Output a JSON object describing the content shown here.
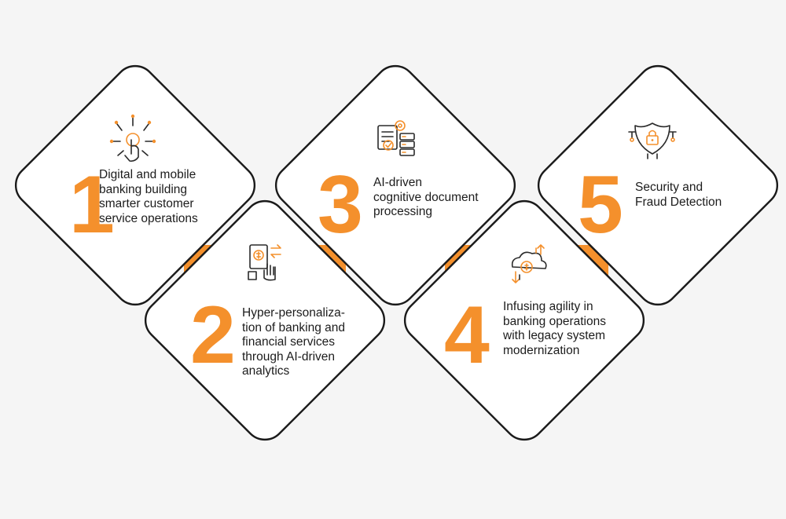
{
  "colors": {
    "background": "#f5f5f5",
    "accent": "#f4902c",
    "outline": "#1a1a1a",
    "text": "#1c1c1c"
  },
  "steps": [
    {
      "number": "1",
      "lines": [
        "Digital and mobile",
        "banking building",
        "smarter customer",
        "service operations"
      ],
      "icon": "touch-network-icon"
    },
    {
      "number": "2",
      "lines": [
        "Hyper-personaliza-",
        "tion of banking and",
        "financial services",
        "through AI-driven",
        "analytics"
      ],
      "icon": "payment-exchange-icon"
    },
    {
      "number": "3",
      "lines": [
        "AI-driven",
        "cognitive document",
        "processing"
      ],
      "icon": "document-processing-icon"
    },
    {
      "number": "4",
      "lines": [
        "Infusing agility in",
        "banking operations",
        "with legacy system",
        "modernization"
      ],
      "icon": "cloud-money-transfer-icon"
    },
    {
      "number": "5",
      "lines": [
        "Security and",
        "Fraud Detection"
      ],
      "icon": "shield-lock-icon"
    }
  ]
}
